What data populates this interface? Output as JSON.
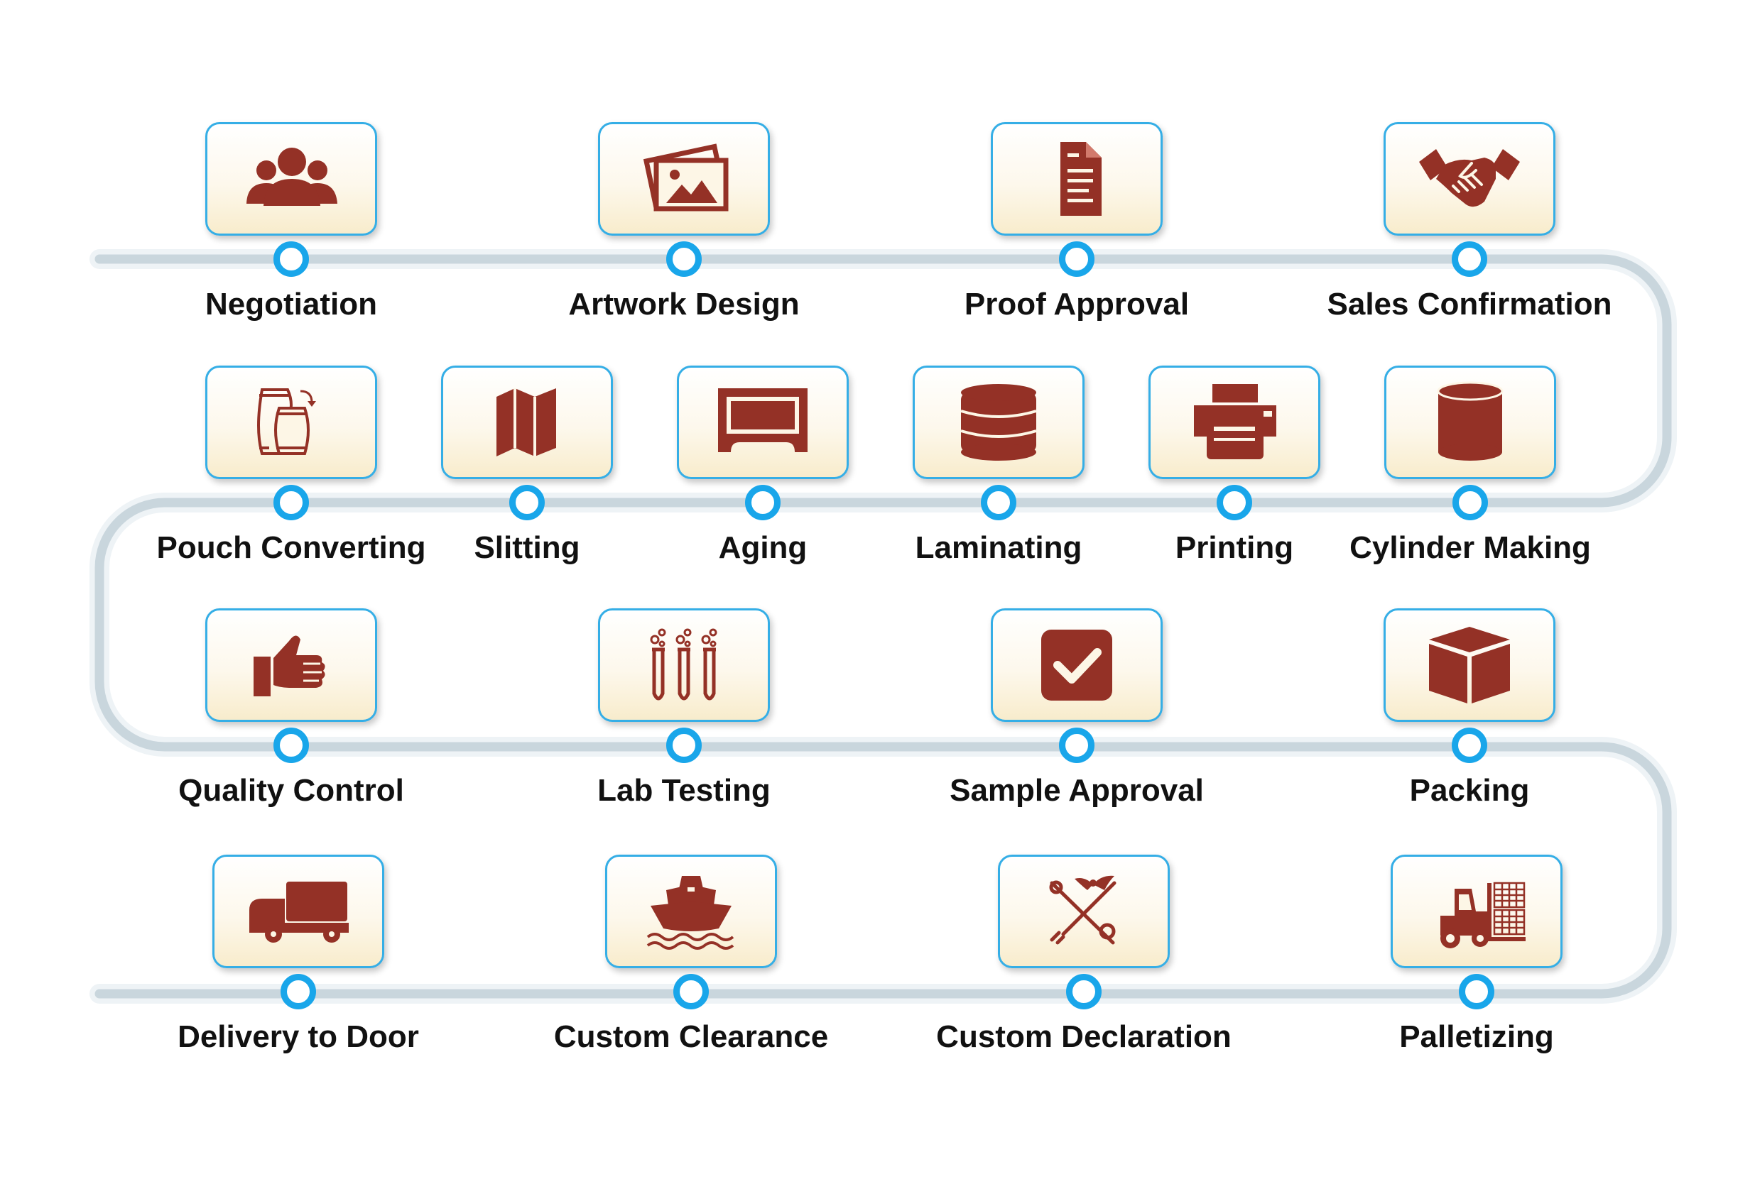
{
  "colors": {
    "track": "#c9d6dd",
    "icon": "#943126",
    "card_border": "#35aee6",
    "node": "#19a6ea"
  },
  "steps": [
    {
      "label": "Negotiation",
      "icon": "people-group-icon"
    },
    {
      "label": "Artwork Design",
      "icon": "pictures-icon"
    },
    {
      "label": "Proof Approval",
      "icon": "document-icon"
    },
    {
      "label": "Sales Confirmation",
      "icon": "handshake-icon"
    },
    {
      "label": "Cylinder Making",
      "icon": "cylinder-icon"
    },
    {
      "label": "Printing",
      "icon": "printer-icon"
    },
    {
      "label": "Laminating",
      "icon": "layers-icon"
    },
    {
      "label": "Aging",
      "icon": "frame-icon"
    },
    {
      "label": "Slitting",
      "icon": "folded-map-icon"
    },
    {
      "label": "Pouch Converting",
      "icon": "rolls-icon"
    },
    {
      "label": "Quality Control",
      "icon": "thumbs-up-icon"
    },
    {
      "label": "Lab Testing",
      "icon": "test-tubes-icon"
    },
    {
      "label": "Sample Approval",
      "icon": "checkbox-icon"
    },
    {
      "label": "Packing",
      "icon": "box-icon"
    },
    {
      "label": "Palletizing",
      "icon": "forklift-icon"
    },
    {
      "label": "Custom Declaration",
      "icon": "customs-emblem-icon"
    },
    {
      "label": "Custom Clearance",
      "icon": "ship-icon"
    },
    {
      "label": "Delivery to Door",
      "icon": "truck-icon"
    }
  ]
}
